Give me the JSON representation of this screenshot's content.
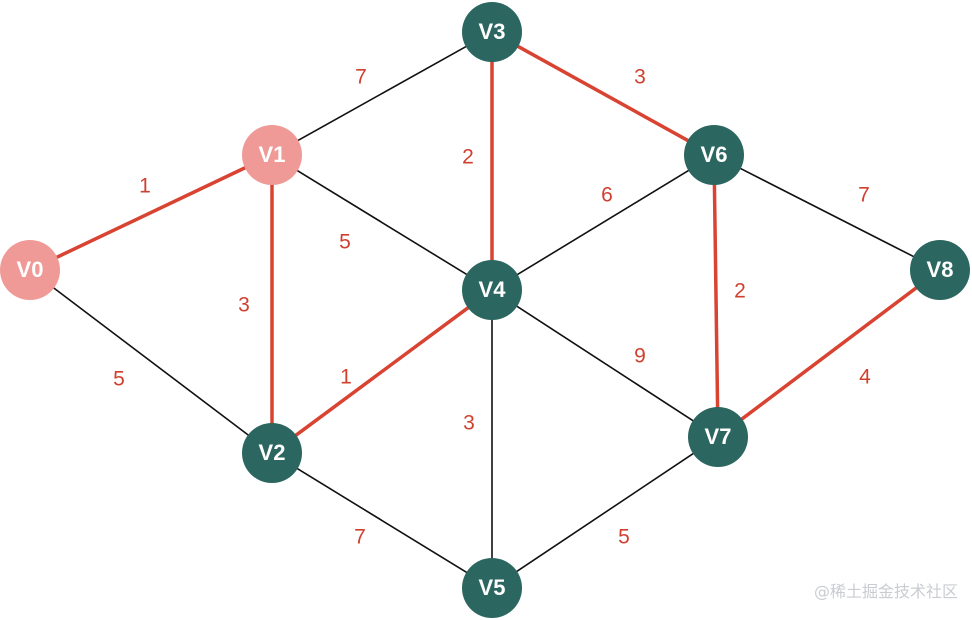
{
  "colors": {
    "node_default": "#2b6660",
    "node_active": "#f09a97",
    "edge_default": "#111111",
    "edge_highlight": "#d94332",
    "weight_text": "#d0402f"
  },
  "nodes": [
    {
      "id": "V0",
      "label": "V0",
      "state": "active"
    },
    {
      "id": "V1",
      "label": "V1",
      "state": "active"
    },
    {
      "id": "V2",
      "label": "V2",
      "state": "default"
    },
    {
      "id": "V3",
      "label": "V3",
      "state": "default"
    },
    {
      "id": "V4",
      "label": "V4",
      "state": "default"
    },
    {
      "id": "V5",
      "label": "V5",
      "state": "default"
    },
    {
      "id": "V6",
      "label": "V6",
      "state": "default"
    },
    {
      "id": "V7",
      "label": "V7",
      "state": "default"
    },
    {
      "id": "V8",
      "label": "V8",
      "state": "default"
    }
  ],
  "edges": [
    {
      "from": "V0",
      "to": "V1",
      "weight": "1",
      "highlighted": true
    },
    {
      "from": "V0",
      "to": "V2",
      "weight": "5",
      "highlighted": false
    },
    {
      "from": "V1",
      "to": "V2",
      "weight": "3",
      "highlighted": true
    },
    {
      "from": "V1",
      "to": "V3",
      "weight": "7",
      "highlighted": false
    },
    {
      "from": "V1",
      "to": "V4",
      "weight": "5",
      "highlighted": false
    },
    {
      "from": "V2",
      "to": "V4",
      "weight": "1",
      "highlighted": true
    },
    {
      "from": "V2",
      "to": "V5",
      "weight": "7",
      "highlighted": false
    },
    {
      "from": "V3",
      "to": "V4",
      "weight": "2",
      "highlighted": true
    },
    {
      "from": "V3",
      "to": "V6",
      "weight": "3",
      "highlighted": true
    },
    {
      "from": "V4",
      "to": "V6",
      "weight": "6",
      "highlighted": false
    },
    {
      "from": "V4",
      "to": "V5",
      "weight": "3",
      "highlighted": false
    },
    {
      "from": "V4",
      "to": "V7",
      "weight": "9",
      "highlighted": false
    },
    {
      "from": "V5",
      "to": "V7",
      "weight": "5",
      "highlighted": false
    },
    {
      "from": "V6",
      "to": "V7",
      "weight": "2",
      "highlighted": true
    },
    {
      "from": "V6",
      "to": "V8",
      "weight": "7",
      "highlighted": false
    },
    {
      "from": "V7",
      "to": "V8",
      "weight": "4",
      "highlighted": true
    }
  ],
  "watermark": "@稀土掘金技术社区"
}
